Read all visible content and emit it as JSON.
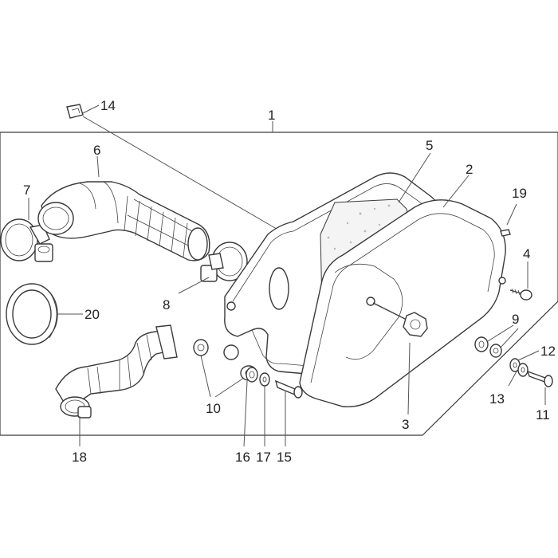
{
  "diagram": {
    "callouts": {
      "c1": "1",
      "c2": "2",
      "c3": "3",
      "c4": "4",
      "c5": "5",
      "c6": "6",
      "c7": "7",
      "c8": "8",
      "c9": "9",
      "c10": "10",
      "c11": "11",
      "c12": "12",
      "c13": "13",
      "c14": "14",
      "c15": "15",
      "c16": "16",
      "c17": "17",
      "c18": "18",
      "c19": "19",
      "c20": "20"
    },
    "colors": {
      "line": "#3c3c3c",
      "label": "#222222",
      "filter_speckle": "#b8b8b8"
    }
  }
}
